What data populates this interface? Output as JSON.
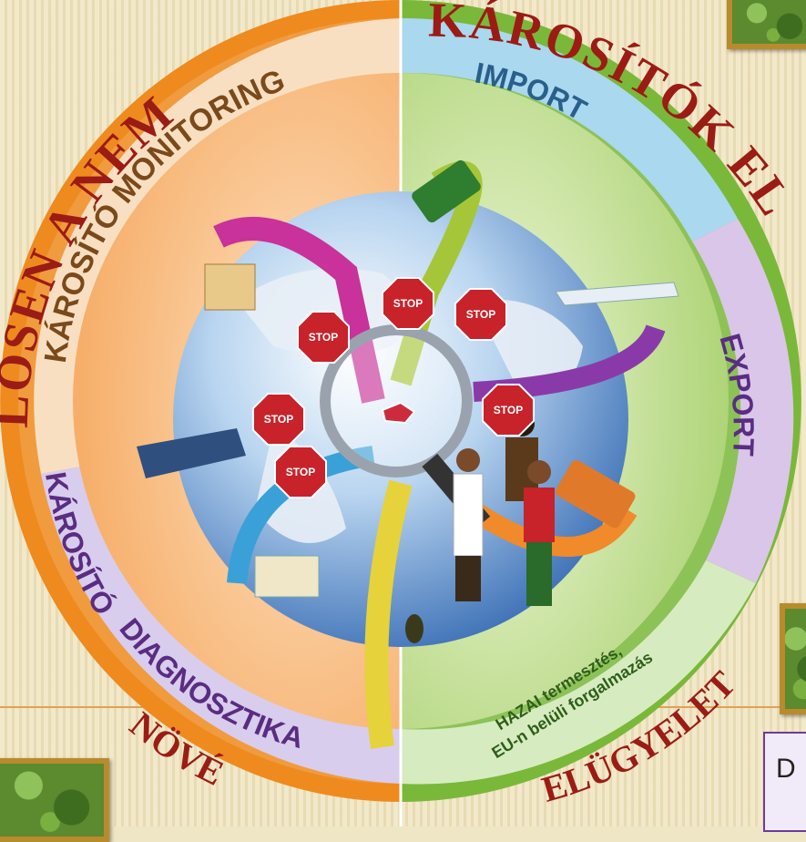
{
  "outer_title_left": "LOSEN A NEM",
  "outer_title_right": "KÁROSÍTÓK EL",
  "segments": {
    "monitoring": "KÁROSÍTÓ MONITORING",
    "diagnostics_top": "KÁROSÍTÓ",
    "diagnostics_bottom": "DIAGNOSZTIKA",
    "import": "IMPORT",
    "export": "EXPORT",
    "domestic_line1": "HAZAI termesztés,",
    "domestic_line2": "EU-n belüli forgalmazás"
  },
  "bottom_left": "NÖVÉ",
  "bottom_right": "ELÜGYELET",
  "stop_sign": "STOP",
  "callout_text": "D",
  "colors": {
    "orange": "#ef8a1e",
    "green": "#7ab83a",
    "purple": "#6c3a9c",
    "title_red": "#9b1c14"
  }
}
